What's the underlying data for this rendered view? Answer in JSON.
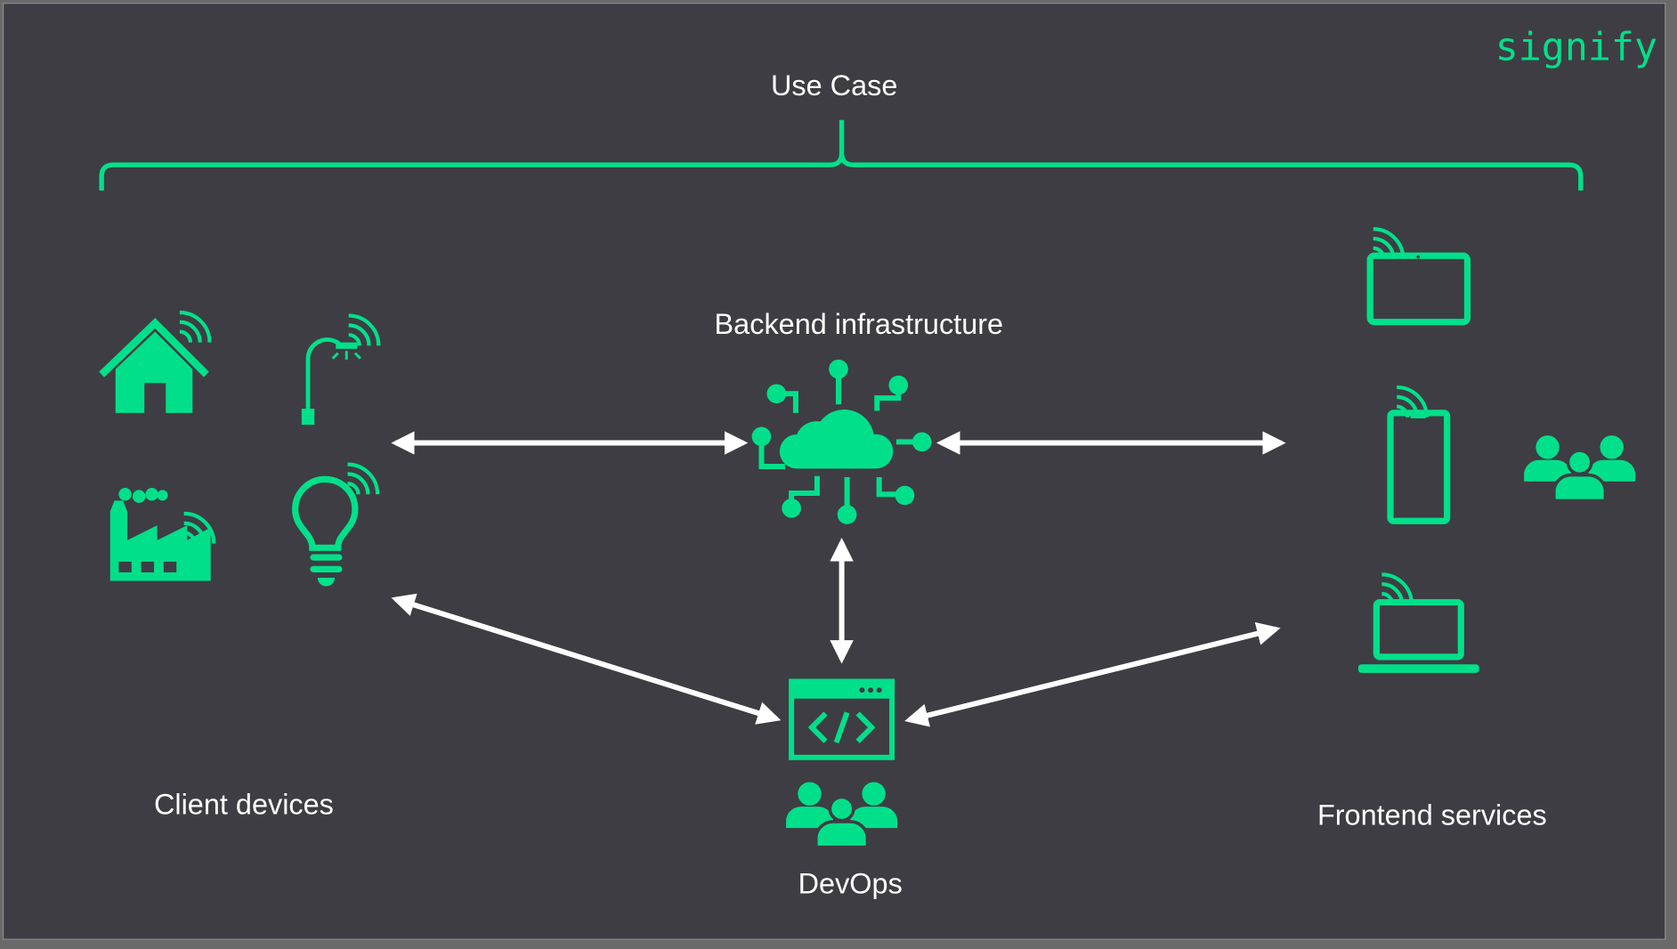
{
  "logo": {
    "text": "signify"
  },
  "title": "Use Case",
  "sections": {
    "backend": "Backend infrastructure",
    "client": "Client devices",
    "frontend": "Frontend services",
    "devops": "DevOps"
  },
  "colors": {
    "background": "#3e3d43",
    "accent": "#00e08a",
    "arrow": "#ffffff"
  },
  "icons": {
    "client": [
      "house-wifi-icon",
      "street-lamp-wifi-icon",
      "factory-wifi-icon",
      "light-bulb-wifi-icon"
    ],
    "backend": "cloud-circuit-icon",
    "devops": [
      "code-window-icon",
      "team-icon"
    ],
    "frontend": [
      "tablet-wifi-icon",
      "phone-wifi-icon",
      "laptop-wifi-icon",
      "users-icon"
    ]
  }
}
